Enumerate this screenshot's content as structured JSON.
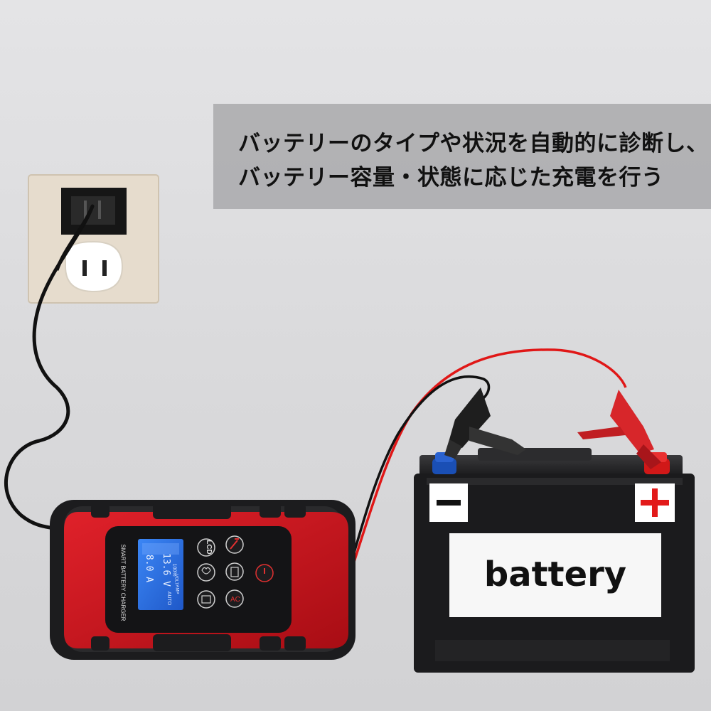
{
  "banner": {
    "line1": "バッテリーのタイプや状況を自動的に診断し、",
    "line2": "バッテリー容量・状態に応じた充電を行う"
  },
  "charger": {
    "brand_label": "SMART BATTERY CHARGER",
    "lcd_current": "8.0 A",
    "lcd_voltage": "13.6 V",
    "lcd_auto": "AUTO",
    "lcd_percent": "100%",
    "lcd_volt_label": "VOLT",
    "lcd_amp_label": "AMP",
    "button_lcd": "LCD",
    "icons": [
      "lcd-icon",
      "repair-icon",
      "heart-icon",
      "battery-icon",
      "power-icon",
      "car-battery-icon",
      "ac-icon"
    ],
    "colors": {
      "body": "#c8101a",
      "shell": "#1c1c1e",
      "lcd": "#2f74e8"
    }
  },
  "battery": {
    "label": "battery",
    "negative_symbol": "−",
    "positive_symbol": "+",
    "colors": {
      "case": "#1b1b1d",
      "positive": "#e21a1a",
      "negative": "#1a4fb5"
    }
  },
  "outlet": {
    "icons": [
      "wall-outlet-icon",
      "plug-icon"
    ]
  }
}
